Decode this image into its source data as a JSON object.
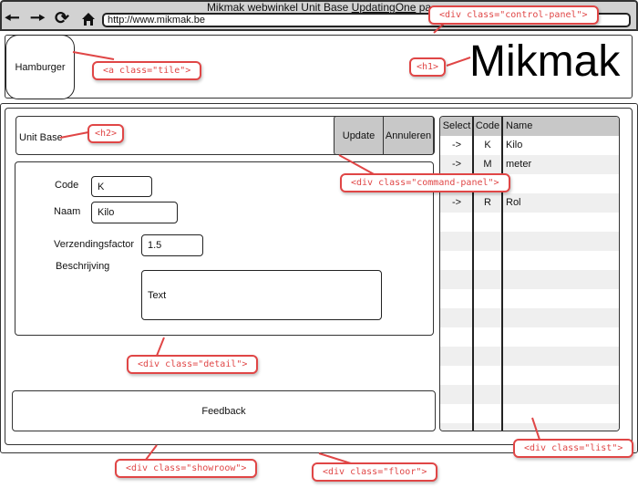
{
  "browser": {
    "title_prefix": "Mikmak webwinkel Unit Base ",
    "title_link": "UpdatingOne",
    "title_suffix": " pa",
    "url": "http://www.mikmak.be",
    "nav_icons": [
      "back-arrow-icon",
      "forward-arrow-icon",
      "reload-icon",
      "home-icon"
    ]
  },
  "control_panel": {
    "tile_label": "Hamburger",
    "h1": "Mikmak"
  },
  "command_panel": {
    "h2": "Unit Base",
    "update_label": "Update",
    "cancel_label": "Annuleren"
  },
  "detail": {
    "code_label": "Code",
    "code_value": "K",
    "naam_label": "Naam",
    "naam_value": "Kilo",
    "factor_label": "Verzendingsfactor",
    "factor_value": "1.5",
    "beschrijving_label": "Beschrijving",
    "beschrijving_value": "Text"
  },
  "feedback": "Feedback",
  "list": {
    "headers": [
      "Select",
      "Code",
      "Name"
    ],
    "rows": [
      {
        "select": "->",
        "code": "K",
        "name": "Kilo"
      },
      {
        "select": "->",
        "code": "M",
        "name": "meter"
      },
      {
        "select": "",
        "code": "",
        "name": ""
      },
      {
        "select": "->",
        "code": "R",
        "name": "Rol"
      }
    ]
  },
  "annotations": {
    "control_panel": "<div class=\"control-panel\">",
    "tile": "<a class=\"tile\">",
    "h1": "<h1>",
    "h2": "<h2>",
    "command_panel": "<div class=\"command-panel\">",
    "detail": "<div class=\"detail\">",
    "list": "<div class=\"list\">",
    "showroom": "<div class=\"showroow\">",
    "floor": "<div class=\"floor\">"
  },
  "colors": {
    "callout": "#e04646",
    "button_bg": "#c8c8c8",
    "stripe": "#efefef"
  }
}
